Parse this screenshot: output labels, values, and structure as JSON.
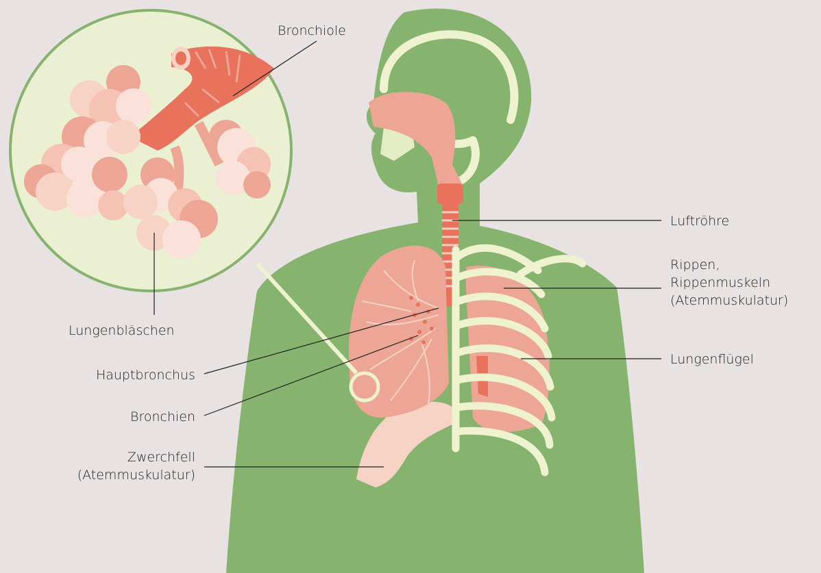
{
  "labels": {
    "bronchiole": "Bronchiole",
    "luftroehre": "Luftröhre",
    "rippen_line1": "Rippen,",
    "rippen_line2": "Rippenmuskeln",
    "rippen_line3": "(Atemmuskulatur)",
    "lungenblaeschen": "Lungenbläschen",
    "lungenfluegel": "Lungenflügel",
    "hauptbronchus": "Hauptbronchus",
    "bronchien": "Bronchien",
    "zwerchfell_line1": "Zwerchfell",
    "zwerchfell_line2": "(Atemmuskulatur)"
  },
  "colors": {
    "background": "#e8e2e2",
    "body": "#86b46e",
    "bone": "#eef2cf",
    "lung": "#eda695",
    "lung_light": "#f7d3c6",
    "trachea": "#e9725c",
    "zoom_fill": "#eaf0d1",
    "zoom_ring": "#86b46e",
    "leader_line": "#1e1e1e"
  }
}
